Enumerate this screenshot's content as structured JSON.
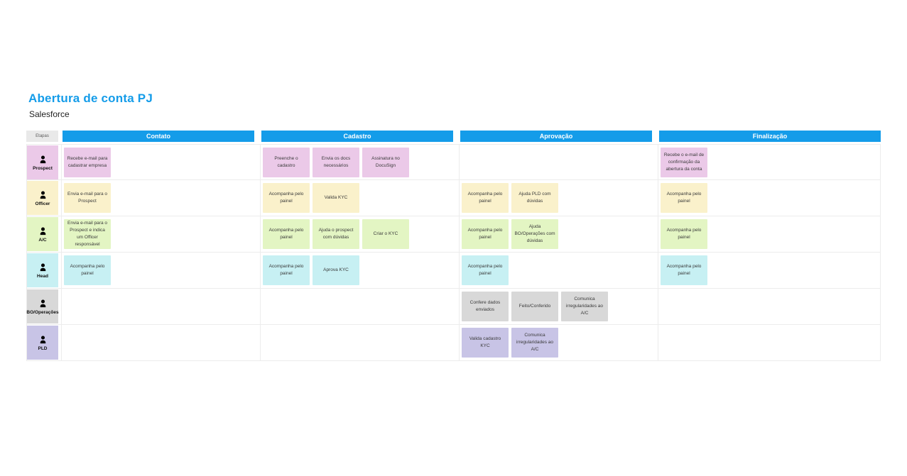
{
  "page": {
    "title": "Abertura de conta PJ",
    "subtitle": "Salesforce"
  },
  "colors": {
    "accent-blue": "#149CE9",
    "c-prospect": "#EBC9E8",
    "c-officer": "#FAF1CB",
    "c-ac": "#E3F5C3",
    "c-head": "#C7F0F3",
    "c-bo": "#D8D8D8",
    "c-pld": "#C8C4E6",
    "etapas-bg": "#E9E9E9",
    "grid-line": "#ECECEC"
  },
  "board": {
    "corner_label": "Etapas",
    "phases": [
      "Contato",
      "Cadastro",
      "Aprovação",
      "Finalização"
    ],
    "roles": [
      {
        "label": "Prospect",
        "icon": "person-icon",
        "cards": {
          "contato": [
            "Recebe e-mail para cadastrar empresa"
          ],
          "cadastro": [
            "Preenche o cadastro",
            "Envia os docs necessários",
            "Assinatura no DocuSign"
          ],
          "aprovacao": [],
          "finalizacao": [
            "Recebe o e-mail de confirmação da abertura da conta"
          ]
        }
      },
      {
        "label": "Officer",
        "icon": "person-icon",
        "cards": {
          "contato": [
            "Envia e-mail para o Prospect"
          ],
          "cadastro": [
            "Acompanha pelo painel",
            "Valida KYC"
          ],
          "aprovacao": [
            "Acompanha pelo painel",
            "Ajuda PLD com dúvidas"
          ],
          "finalizacao": [
            "Acompanha pelo painel"
          ]
        }
      },
      {
        "label": "A/C",
        "icon": "person-icon",
        "cards": {
          "contato": [
            "Envia e-mail para o Prospect e indica um Officer responsável"
          ],
          "cadastro": [
            "Acompanha pelo painel",
            "Ajuda o prospect com dúvidas",
            "Criar o KYC"
          ],
          "aprovacao": [
            "Acompanha pelo painel",
            "Ajuda BO/Operações com dúvidas"
          ],
          "finalizacao": [
            "Acompanha pelo painel"
          ]
        }
      },
      {
        "label": "Head",
        "icon": "person-icon",
        "cards": {
          "contato": [
            "Acompanha pelo painel"
          ],
          "cadastro": [
            "Acompanha pelo painel",
            "Aprova KYC"
          ],
          "aprovacao": [
            "Acompanha pelo painel"
          ],
          "finalizacao": [
            "Acompanha pelo painel"
          ]
        }
      },
      {
        "label": "BO/Operações",
        "icon": "person-icon",
        "cards": {
          "contato": [],
          "cadastro": [],
          "aprovacao": [
            "Confere dados enviados",
            "Feito/Conferido",
            "Comunica irregularidades ao A/C"
          ],
          "finalizacao": []
        }
      },
      {
        "label": "PLD",
        "icon": "person-icon",
        "cards": {
          "contato": [],
          "cadastro": [],
          "aprovacao": [
            "Valida cadastro KYC",
            "Comunica irregularidades ao A/C"
          ],
          "finalizacao": []
        }
      }
    ]
  }
}
